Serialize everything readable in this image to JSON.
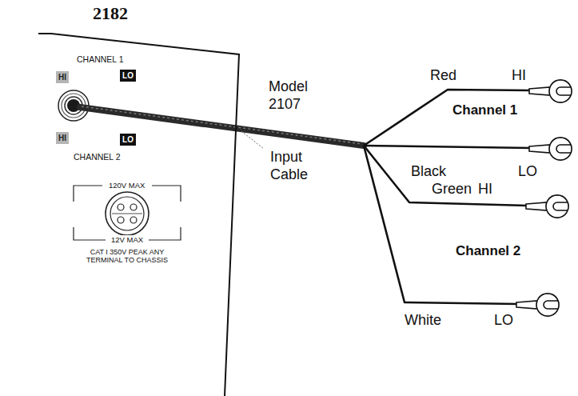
{
  "diagram": {
    "nodes": [
      {
        "text": [
          "2182",
          "CHANNEL 1",
          "CHANNEL 2",
          "CAT I 350V PEAK ANY TERMINAL TO CHASSIS"
        ]
      },
      {
        "text": [
          "HI"
        ],
        "in": 0
      },
      {
        "text": [
          "LO"
        ],
        "in": 0
      },
      {
        "text": [
          "HI"
        ],
        "in": 0
      },
      {
        "text": [
          "LO"
        ],
        "in": 0
      }
    ],
    "labels": [
      "Model 2107",
      "Input Cable",
      "Red",
      "HI",
      "Channel 1",
      "Black",
      "LO",
      "Green",
      "HI",
      "Channel 2",
      "White",
      "LO",
      "120V MAX",
      "12V MAX"
    ]
  }
}
